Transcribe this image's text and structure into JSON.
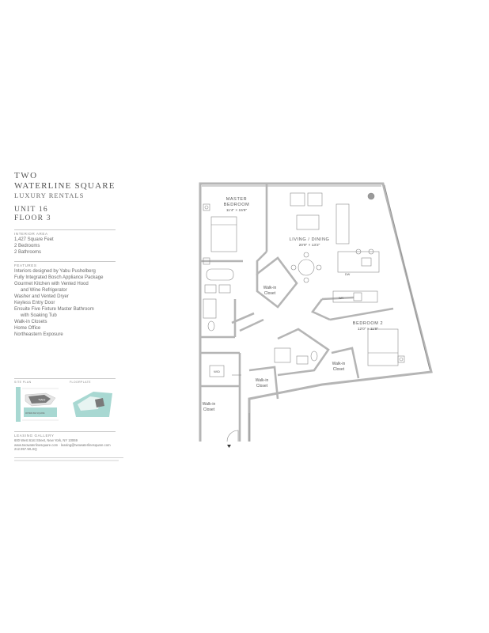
{
  "brand": {
    "name_line1": "TWO",
    "name_line2": "WATERLINE SQUARE",
    "subtitle": "LUXURY RENTALS"
  },
  "unit": {
    "unit_label": "UNIT 16",
    "floor_label": "FLOOR 3"
  },
  "interior": {
    "label": "INTERIOR AREA",
    "lines": [
      "1,427 Square Feet",
      "2 Bedrooms",
      "2 Bathrooms"
    ]
  },
  "features": {
    "label": "FEATURES",
    "items": [
      "Interiors designed by Yabu Pushelberg",
      "Fully Integrated Bosch Appliance Package",
      "Gourmet Kitchen with Vented Hood",
      "and Wine Refrigerator",
      "Washer and Vented Dryer",
      "Keyless Entry Door",
      "Ensuite Five Fixture Master Bathroom",
      "with Soaking Tub",
      "Walk-in Closets",
      "Home Office",
      "Northeastern Exposure"
    ]
  },
  "keyplans": {
    "site_label": "SITE PLAN",
    "floor_label": "FLOORPLATE",
    "site_building": "TWO",
    "site_park": "WATERLINE SQUARE"
  },
  "contact": {
    "label": "LEASING GALLERY",
    "address": "600 West 61st Street, New York, NY 10069",
    "web_email": "www.twowaterlinesquare.com · leasing@twowaterlinesquare.com",
    "phone": "212.957.WLSQ"
  },
  "floorplan": {
    "rooms": {
      "master_bedroom": "MASTER",
      "master_bedroom_2": "BEDROOM",
      "master_bedroom_dims": "11'4\" × 15'9\"",
      "living": "LIVING / DINING",
      "living_dims": "20'9\" × 13'2\"",
      "bedroom2": "BEDROOM 2",
      "bedroom2_dims": "12'0\" × 11'9\"",
      "walkin_a": "Walk-in",
      "walkin_b": "Closet",
      "wd": "W/D",
      "dw": "DW",
      "wr": "WR"
    }
  },
  "colors": {
    "wall": "#b5b5b5",
    "line": "#8a8a8a",
    "keyplan_fill": "#a8d8d2",
    "keyplan_building": "#7a7a7a"
  }
}
